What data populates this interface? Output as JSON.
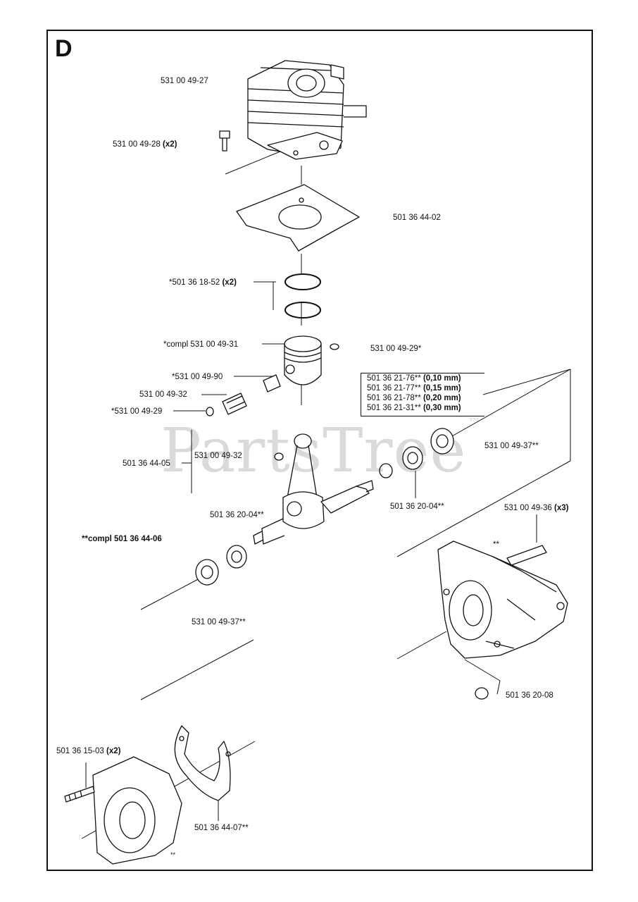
{
  "section_letter": "D",
  "watermark": "PartsTree",
  "watermark_mark": "™",
  "parts": {
    "cylinder": "531 00 49-27",
    "cyl_screw": "531 00 49-28",
    "cyl_screw_qty": "(x2)",
    "gasket": "501 36 44-02",
    "ring": "*501 36 18-52",
    "ring_qty": "(x2)",
    "piston": "*compl 531 00 49-31",
    "circlip_r": "531 00 49-29*",
    "pin": "*531 00 49-90",
    "needle_top": "531 00 49-32",
    "circlip_l": "*531 00 49-29",
    "needle_mid": "531 00 49-32",
    "key": "501 36 44-05",
    "crank": "501 36 20-04**",
    "crank_compl": "**compl 501 36 44-06",
    "seal_r": "501 36 20-04**",
    "bearing_r": "531 00 49-37**",
    "bearing_l": "531 00 49-37**",
    "case_screw": "531 00 49-36",
    "case_screw_qty": "(x3)",
    "case_mark": "**",
    "plug": "501 36 20-08",
    "stud": "501 36 15-03",
    "stud_qty": "(x2)",
    "case_gasket": "501 36 44-07**",
    "case_l_mark": "**"
  },
  "shims": [
    {
      "code": "501 36 21-76**",
      "size": "(0,10 mm)"
    },
    {
      "code": "501 36 21-77**",
      "size": "(0,15 mm)"
    },
    {
      "code": "501 36 21-78**",
      "size": "(0,20 mm)"
    },
    {
      "code": "501 36 21-31**",
      "size": "(0,30 mm)"
    }
  ]
}
